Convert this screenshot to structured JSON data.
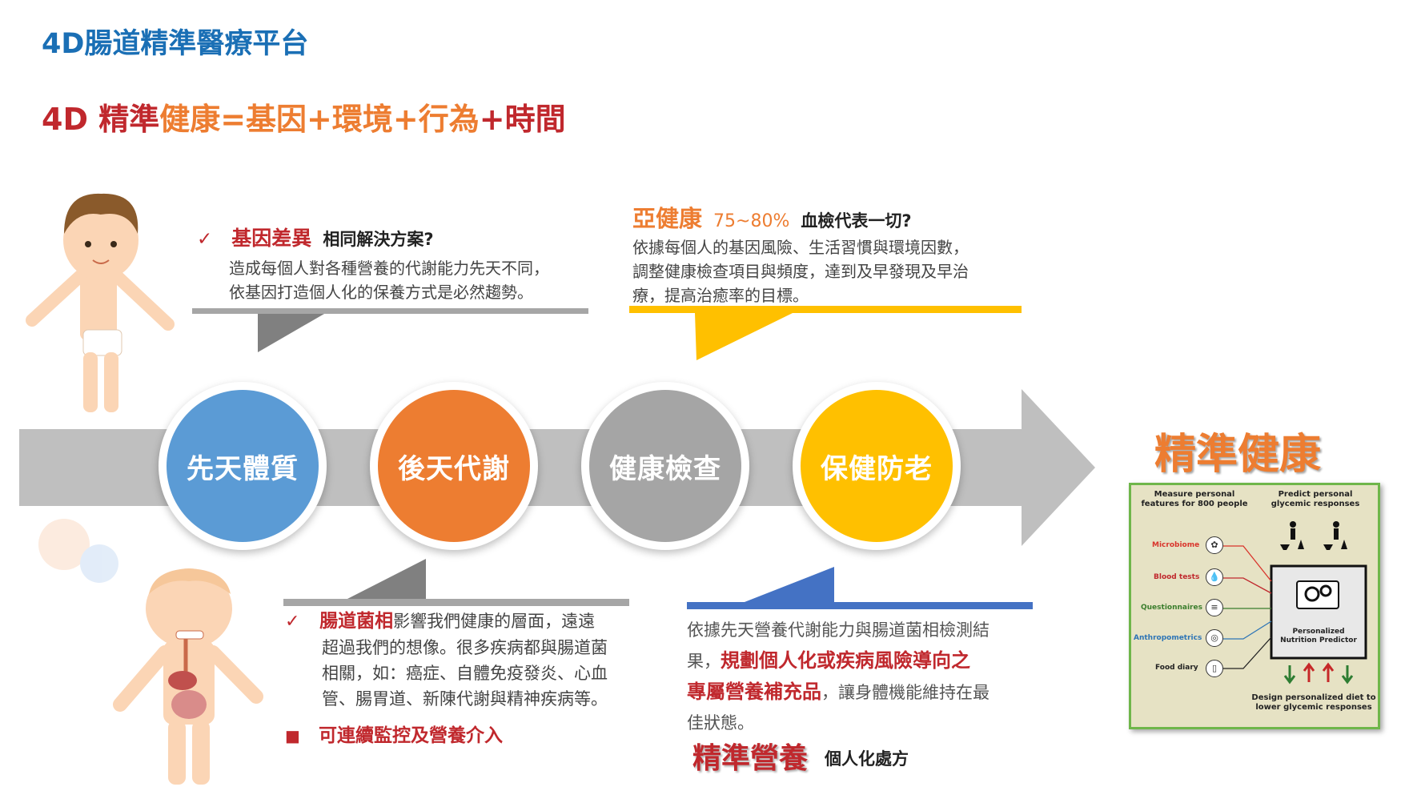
{
  "title": "4D腸道精準醫療平台",
  "formula": {
    "part1": "4D 精準",
    "part2": "健康=基因+環境+行為",
    "part3": "+時間"
  },
  "callout_gene": {
    "check": "✓",
    "head": "基因差異",
    "head_sub": "相同解決方案?",
    "lines": [
      "造成每個人對各種營養的代謝能力先天不同，",
      "依基因打造個人化的保養方式是必然趨勢。"
    ]
  },
  "callout_subhealth": {
    "head": "亞健康",
    "percent": "75~80%",
    "head_sub": "血檢代表一切?",
    "lines": [
      "依據每個人的基因風險、生活習慣與環境因數，",
      "調整健康檢查項目與頻度，達到及早發現及早治",
      "療，提高治癒率的目標。"
    ]
  },
  "callout_gut": {
    "check": "✓",
    "head": "腸道菌相",
    "line1_rest": "影響我們健康的層面，遠遠",
    "lines": [
      "超過我們的想像。很多疾病都與腸道菌",
      "相關，如：癌症、自體免疫發炎、心血",
      "管、腸胃道、新陳代謝與精神疾病等。"
    ],
    "bullet": "■",
    "bullet_text": "可連續監控及營養介入"
  },
  "callout_nutrition": {
    "line1": "依據先天營養代謝能力與腸道菌相檢測結",
    "line2_pre": "果，",
    "line2_bold": "規劃個人化或疾病風險導向之",
    "line3_bold": "專屬營養補充品",
    "line3_rest": "，讓身體機能維持在最",
    "line4": "佳狀態。"
  },
  "nutrition_title": "精準營養",
  "nutrition_sub": "個人化處方",
  "stages": [
    {
      "label": "先天體質",
      "color": "#5b9bd5"
    },
    {
      "label": "後天代謝",
      "color": "#ed7d31"
    },
    {
      "label": "健康檢查",
      "color": "#a5a5a5"
    },
    {
      "label": "保健防老",
      "color": "#ffc000"
    }
  ],
  "precision_health": "精準健康",
  "panel": {
    "measure": "Measure personal features for 800 people",
    "predict": "Predict personal glycemic responses",
    "inputs": [
      {
        "label": "Microbiome",
        "color": "#d9342b",
        "icon": "✿"
      },
      {
        "label": "Blood tests",
        "color": "#c0282d",
        "icon": "💧"
      },
      {
        "label": "Questionnaires",
        "color": "#3a7d2c",
        "icon": "≡"
      },
      {
        "label": "Anthropometrics",
        "color": "#2e75b6",
        "icon": "◎"
      },
      {
        "label": "Food diary",
        "color": "#222222",
        "icon": "▯"
      }
    ],
    "predictor": "Personalized Nutrition Predictor",
    "design": "Design personalized diet to lower glycemic responses"
  },
  "colors": {
    "blue": "#5b9bd5",
    "orange": "#ed7d31",
    "gray": "#a5a5a5",
    "yellow": "#ffc000",
    "red": "#c0282d",
    "dark_blue": "#4472c4"
  }
}
